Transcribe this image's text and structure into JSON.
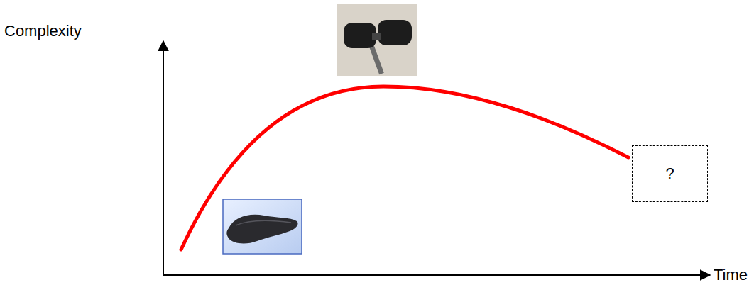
{
  "diagram": {
    "nodes": [
      {
        "text": [
          "?"
        ]
      }
    ],
    "labels": [
      "Complexity",
      "Time"
    ]
  }
}
